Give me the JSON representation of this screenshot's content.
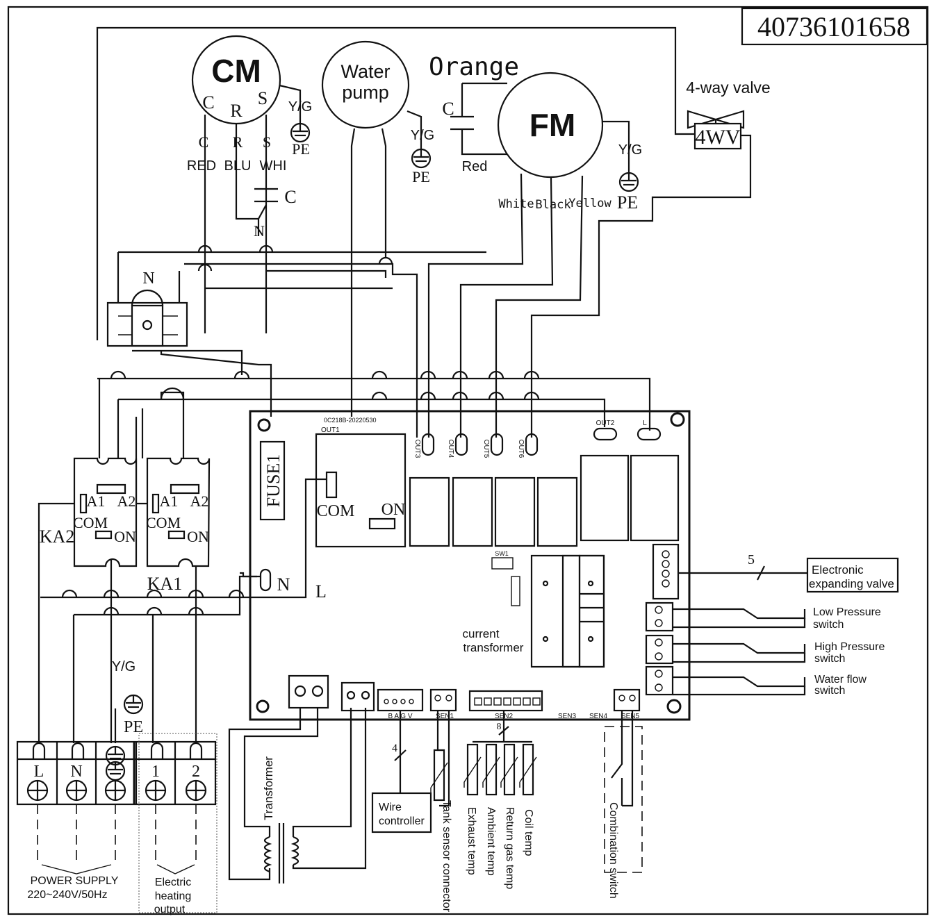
{
  "part_number": "40736101658",
  "compressor": {
    "symbol": "CM",
    "pin_c": "C",
    "pin_r": "R",
    "pin_s": "S",
    "wire_c": "C",
    "wire_r": "R",
    "wire_s": "S",
    "color_red": "RED",
    "color_blu": "BLU",
    "color_whi": "WHI",
    "capacitor": "C",
    "neutral": "N",
    "ground": "Y/G",
    "pe": "PE"
  },
  "water_pump": {
    "line1": "Water",
    "line2": "pump",
    "ground": "Y/G",
    "pe": "PE"
  },
  "fan_motor": {
    "symbol": "FM",
    "capacitor": "C",
    "heading": "Orange",
    "wire_red": "Red",
    "wire_white": "White",
    "wire_black": "Black",
    "wire_yellow": "Yellow",
    "ground": "Y/G",
    "pe": "PE"
  },
  "four_way_valve": {
    "title": "4-way valve",
    "symbol": "4WV"
  },
  "terminal_n": "N",
  "contactors": {
    "ka2": {
      "label": "KA2",
      "a1": "A1",
      "a2": "A2",
      "com": "COM",
      "on": "ON"
    },
    "ka1": {
      "label": "KA1",
      "a1": "A1",
      "a2": "A2",
      "com": "COM",
      "on": "ON"
    }
  },
  "pcb": {
    "fuse": "FUSE1",
    "model": "0C218B-20220530",
    "out1": "OUT1",
    "com": "COM",
    "on": "ON",
    "out3": "OUT3",
    "out4": "OUT4",
    "out5": "OUT5",
    "out6": "OUT6",
    "out2": "OUT2",
    "l": "L",
    "n_terminal": "N",
    "l_terminal": "L",
    "sw1": "SW1",
    "current_transformer_1": "current",
    "current_transformer_2": "transformer",
    "sen1": "SEN1",
    "sen2": "SEN2",
    "sen3": "SEN3",
    "sen4": "SEN4",
    "sen5": "SEN5",
    "bagv": "B A G V",
    "ev_bus": "5",
    "sensor_bus": "8",
    "wire_bus": "4"
  },
  "peripherals": {
    "eev_1": "Electronic",
    "eev_2": "expanding valve",
    "lp_1": "Low Pressure",
    "lp_2": "switch",
    "hp_1": "High  Pressure",
    "hp_2": "switch",
    "wf_1": "Water flow",
    "wf_2": "switch",
    "wire_ctrl_1": "Wire",
    "wire_ctrl_2": "controller",
    "transformer": "Transformer",
    "tank_sensor": "Tank sensor connector",
    "exhaust": "Exhaust temp",
    "ambient": "Ambient temp",
    "return_gas": "Return gas temp",
    "coil": "Coil temp",
    "combination": "Combination switch"
  },
  "terminal_block": {
    "l": "L",
    "n": "N",
    "t1": "1",
    "t2": "2",
    "ground": "Y/G",
    "pe": "PE",
    "ps_1": "POWER SUPPLY",
    "ps_2": "220~240V/50Hz",
    "eh_1": "Electric",
    "eh_2": "heating",
    "eh_3": "output"
  }
}
